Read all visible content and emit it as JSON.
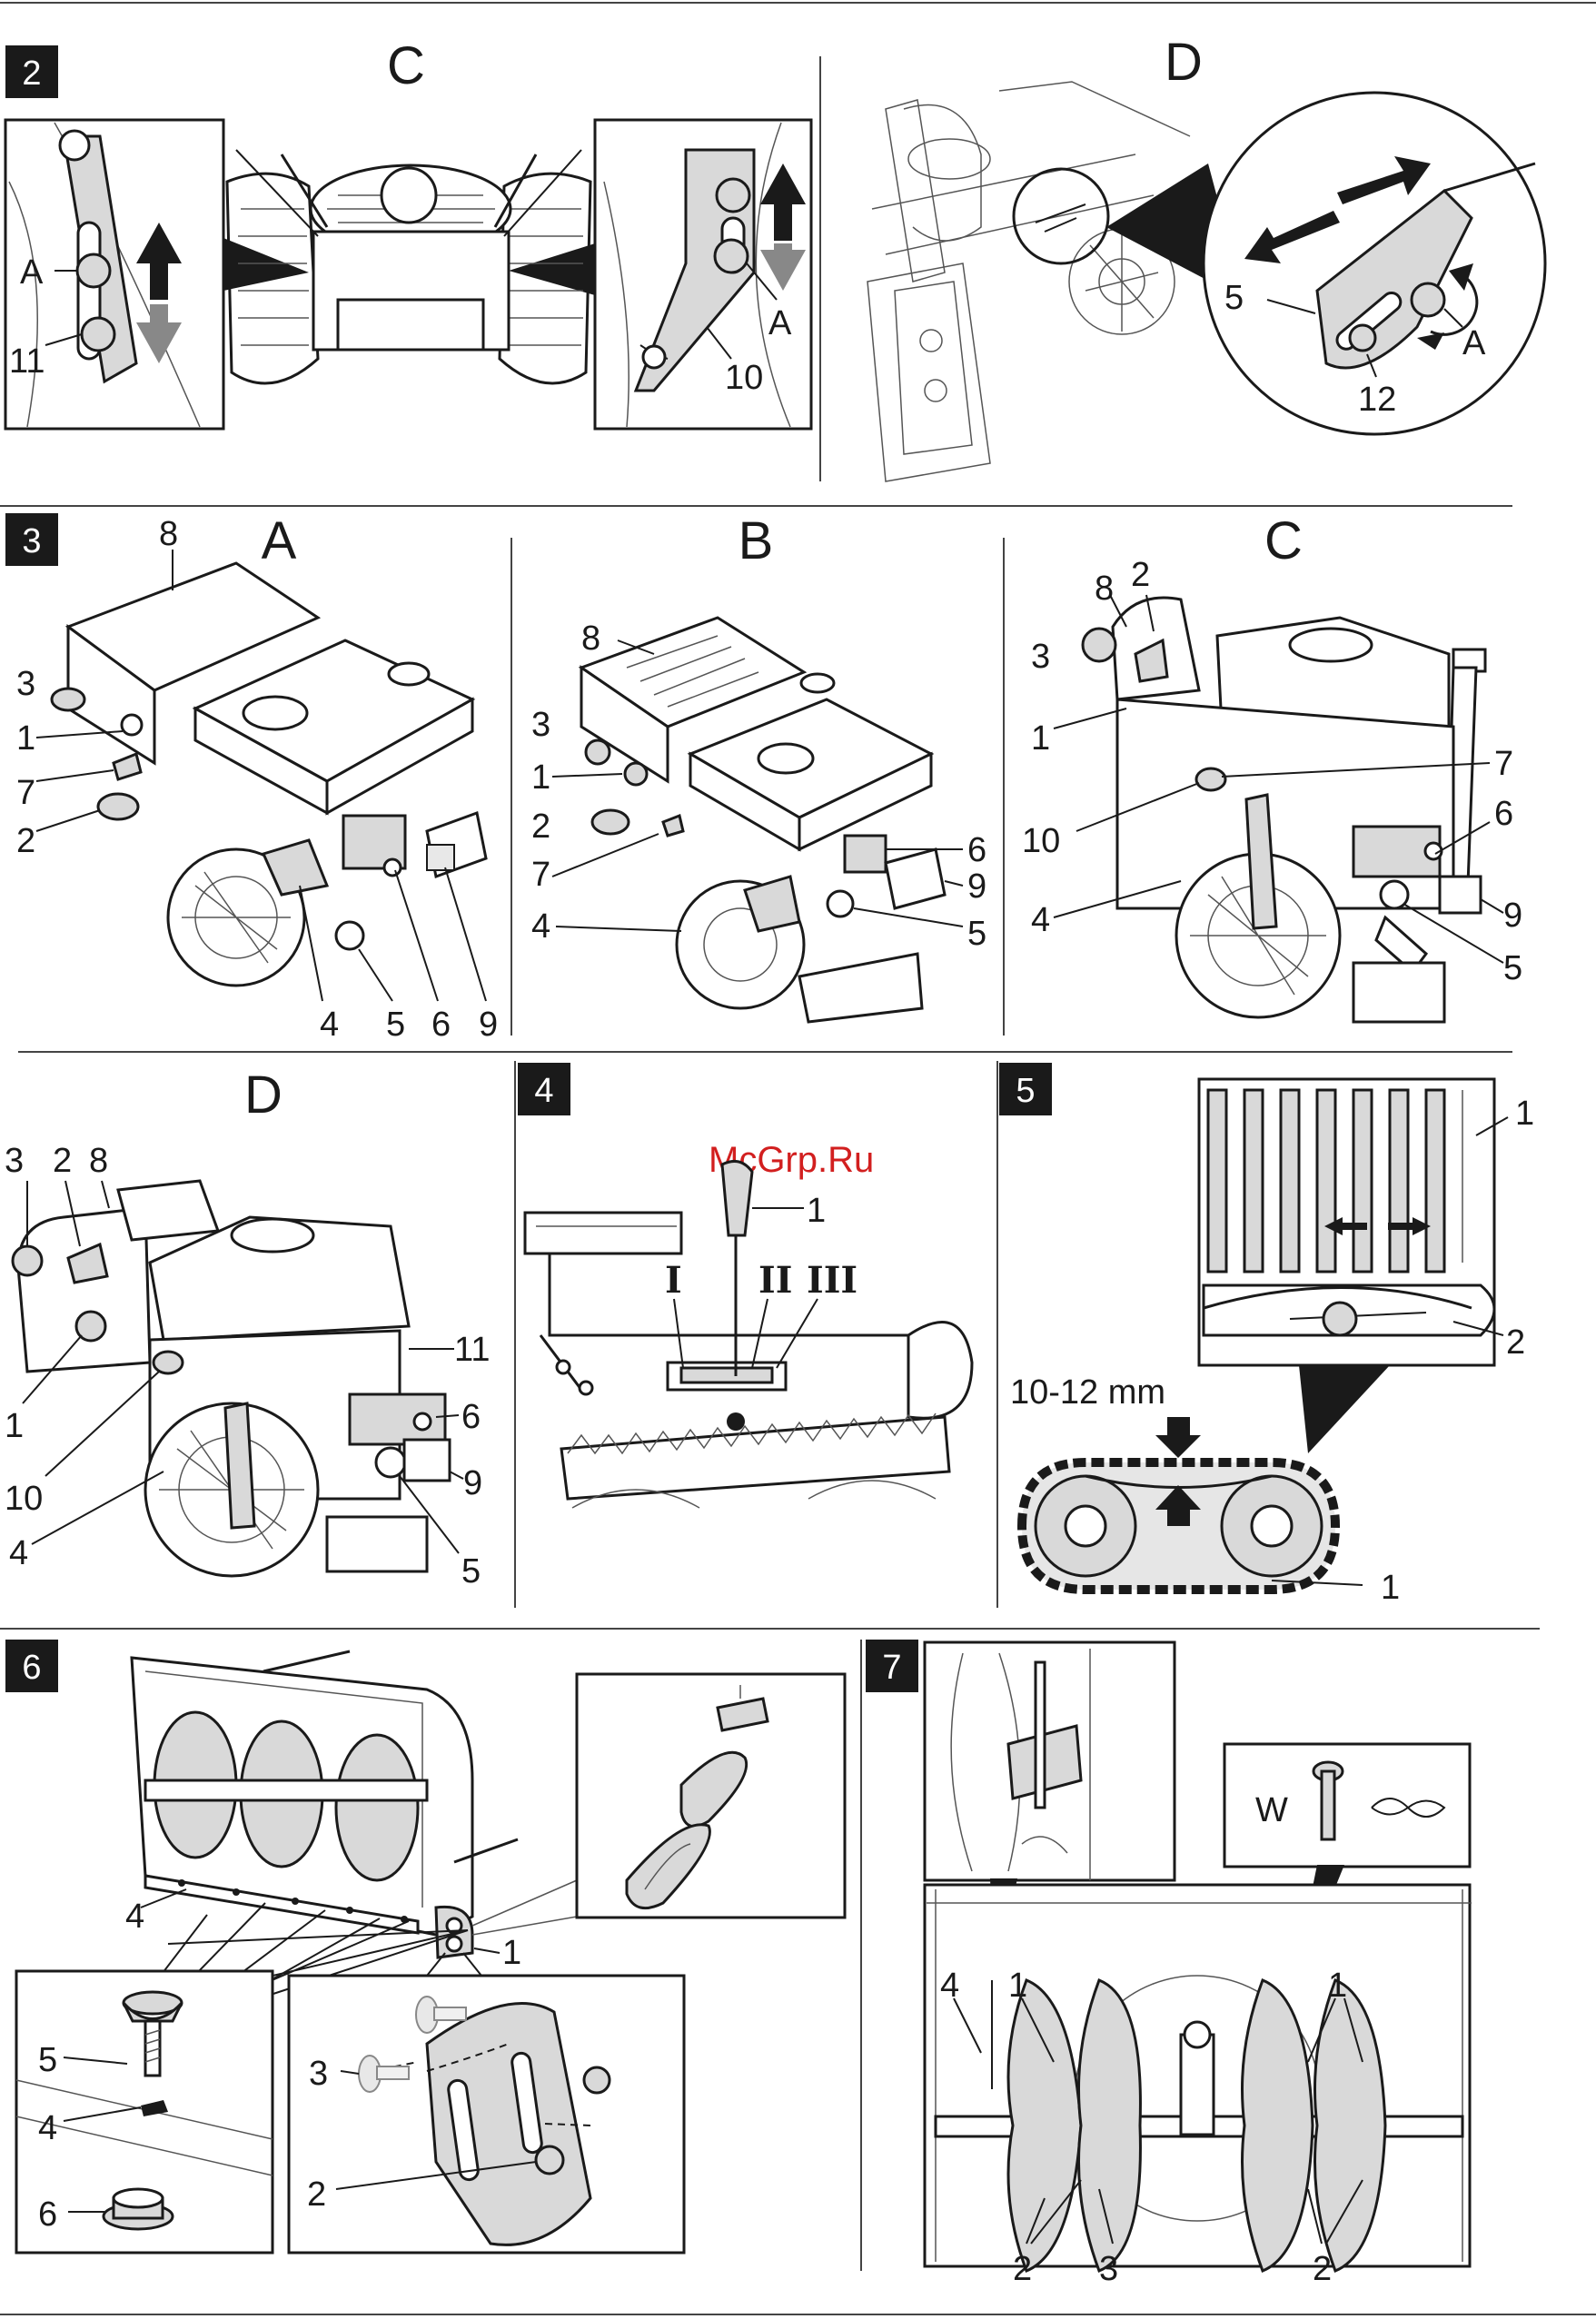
{
  "watermark": "McGrp.Ru",
  "sections": [
    {
      "id": "2",
      "badge": "2",
      "views": [
        "C",
        "D"
      ]
    },
    {
      "id": "3",
      "badge": "3",
      "views": [
        "A",
        "B",
        "C",
        "D"
      ]
    },
    {
      "id": "4",
      "badge": "4"
    },
    {
      "id": "5",
      "badge": "5",
      "dimension": "10-12 mm"
    },
    {
      "id": "6",
      "badge": "6"
    },
    {
      "id": "7",
      "badge": "7",
      "inset_label": "W"
    }
  ],
  "fig2": {
    "view_c": "C",
    "view_d": "D",
    "c_left": {
      "a": "A",
      "n11": "11"
    },
    "c_right": {
      "a": "A",
      "n10": "10"
    },
    "d_detail": {
      "n5": "5",
      "a": "A",
      "n12": "12"
    }
  },
  "fig3": {
    "a": {
      "title": "A",
      "labels": [
        "8",
        "3",
        "1",
        "7",
        "2",
        "4",
        "5",
        "6",
        "9"
      ]
    },
    "b": {
      "title": "B",
      "labels": [
        "8",
        "3",
        "1",
        "2",
        "7",
        "4",
        "6",
        "9",
        "5"
      ]
    },
    "c": {
      "title": "C",
      "labels": [
        "8",
        "2",
        "3",
        "1",
        "7",
        "10",
        "6",
        "4",
        "9",
        "5"
      ]
    },
    "d": {
      "title": "D",
      "labels": [
        "3",
        "2",
        "8",
        "1",
        "11",
        "10",
        "6",
        "9",
        "4",
        "5"
      ]
    }
  },
  "fig4": {
    "n1": "1",
    "gears": [
      "I",
      "II",
      "III"
    ]
  },
  "fig5": {
    "n1_top": "1",
    "n2": "2",
    "dimension": "10-12 mm",
    "n1_bottom": "1"
  },
  "fig6": {
    "n4": "4",
    "n1": "1",
    "n5": "5",
    "n4b": "4",
    "n6": "6",
    "n3": "3",
    "n2": "2"
  },
  "fig7": {
    "w": "W",
    "n4": "4",
    "n1a": "1",
    "n1b": "1",
    "n2a": "2",
    "n3": "3",
    "n2b": "2"
  }
}
